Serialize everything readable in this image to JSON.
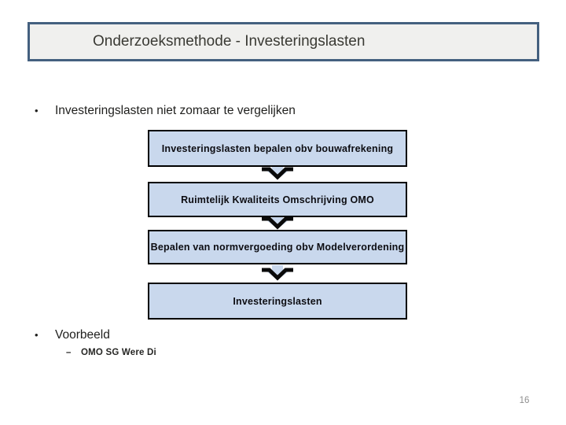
{
  "slide": {
    "title": "Onderzoeksmethode - Investeringslasten",
    "bullet1": {
      "marker": "•",
      "text": "Investeringslasten niet zomaar te vergelijken"
    },
    "flowchart": {
      "steps": [
        {
          "label": "Investeringslasten bepalen obv bouwafrekening"
        },
        {
          "label": "Ruimtelijk Kwaliteits Omschrijving OMO"
        },
        {
          "label": "Bepalen van normvergoeding obv Modelverordening"
        },
        {
          "label": "Investeringslasten"
        }
      ],
      "connector": "down-arrow"
    },
    "bullet2": {
      "marker": "•",
      "text": "Voorbeeld"
    },
    "sub_bullet": {
      "marker": "–",
      "text": "OMO SG Were Di"
    },
    "page_number": "16",
    "colors": {
      "title_border": "#44607f",
      "title_fill": "#f0f0ee",
      "box_fill": "#c9d8ed",
      "box_border": "#000000",
      "arrow_black": "#0a0a0a",
      "page_number_gray": "#8f8f8f"
    }
  }
}
